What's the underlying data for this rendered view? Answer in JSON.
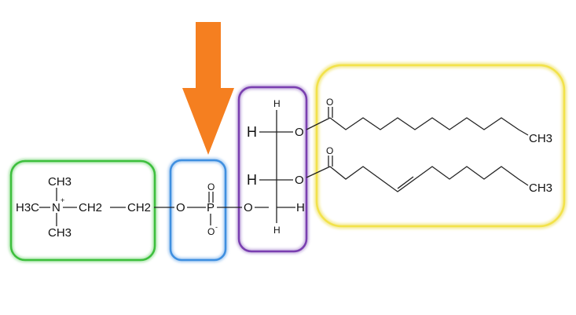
{
  "colors": {
    "choline": "#3dbf3d",
    "phosphate": "#3f8fe0",
    "glycerol": "#7a3fb0",
    "fatty_acids": "#f2e24a",
    "arrow": "#f57f20",
    "bond": "#222222"
  },
  "choline": {
    "n": "N",
    "n_charge": "+",
    "ch3_top": "CH3",
    "h3c_left": "H3C",
    "ch3_bottom": "CH3",
    "ch2_a": "CH2",
    "ch2_b": "CH2"
  },
  "phosphate": {
    "o_left": "O",
    "p": "P",
    "o_top": "O",
    "o_bottom": "O",
    "o_bottom_charge": "-",
    "o_right": "O"
  },
  "glycerol": {
    "h_top": "H",
    "h_left_1": "H",
    "o_ester_1": "O",
    "h_left_2": "H",
    "o_ester_2": "O",
    "h_right_3": "H",
    "h_bottom": "H"
  },
  "fatty_acids": {
    "carbonyl_o_1": "O",
    "carbonyl_o_2": "O",
    "terminal_1": "CH3",
    "terminal_2": "CH3"
  }
}
